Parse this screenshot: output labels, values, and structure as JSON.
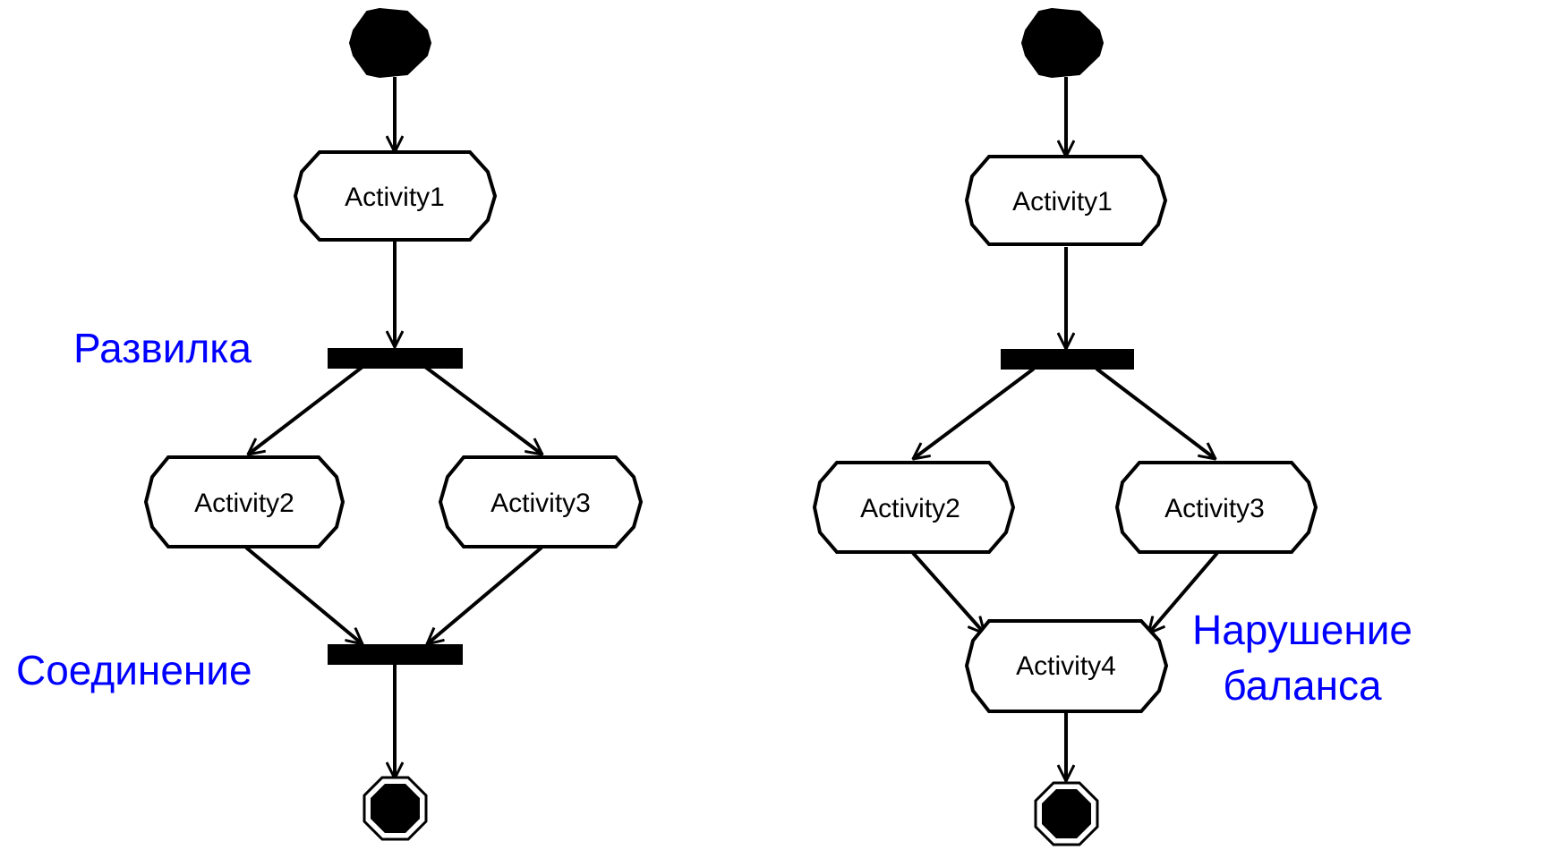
{
  "colors": {
    "stroke": "#000000",
    "node_fill": "#ffffff",
    "annotation": "#0000ff"
  },
  "left_diagram": {
    "start_node": "initial-state-icon",
    "end_node": "final-state-icon",
    "activities": {
      "a1": "Activity1",
      "a2": "Activity2",
      "a3": "Activity3"
    },
    "fork_label": "Развилка",
    "join_label": "Соединение"
  },
  "right_diagram": {
    "start_node": "initial-state-icon",
    "end_node": "final-state-icon",
    "activities": {
      "a1": "Activity1",
      "a2": "Activity2",
      "a3": "Activity3",
      "a4": "Activity4"
    },
    "imbalance_label_line1": "Нарушение",
    "imbalance_label_line2": "баланса"
  }
}
